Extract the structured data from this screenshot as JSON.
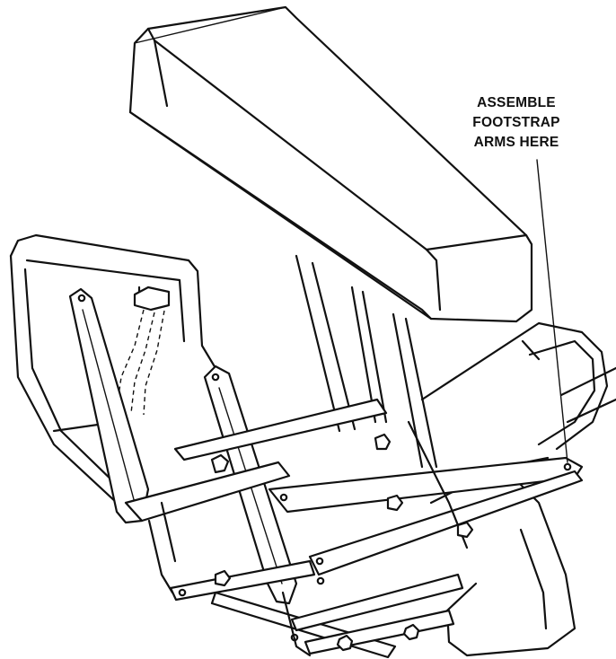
{
  "figure": {
    "callout_lines": [
      "ASSEMBLE",
      "FOOTSTRAP",
      "ARMS HERE"
    ]
  }
}
